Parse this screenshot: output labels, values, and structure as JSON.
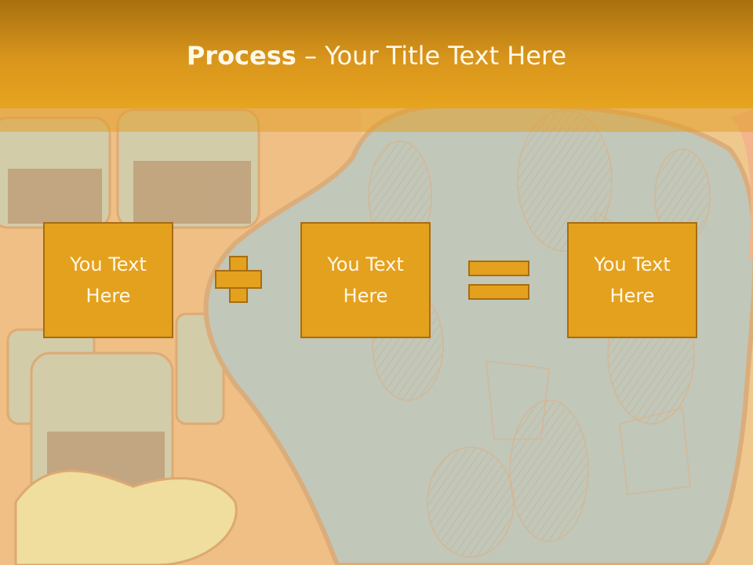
{
  "slide": {
    "title_bold": "Process",
    "title_dash": " – ",
    "title_rest": "Your Title Text Here"
  },
  "process": {
    "box1": {
      "line1": "You Text",
      "line2": "Here"
    },
    "box2": {
      "line1": "You Text",
      "line2": "Here"
    },
    "box3": {
      "line1": "You Text",
      "line2": "Here"
    },
    "operator1": "plus",
    "operator2": "equals"
  },
  "colors": {
    "accent": "#e4a11e",
    "border": "#a86d10",
    "text": "#fff8e8"
  }
}
